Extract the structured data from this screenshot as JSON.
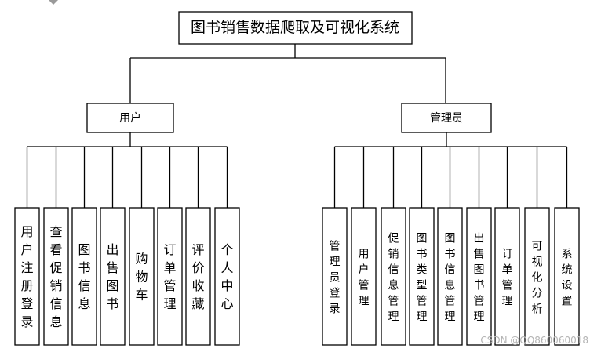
{
  "root": {
    "label": "图书销售数据爬取及可视化系统"
  },
  "user": {
    "label": "用户",
    "items": [
      "用户注册登录",
      "查看促销信息",
      "图书信息",
      "出售图书",
      "购物车",
      "订单管理",
      "评价收藏",
      "个人中心"
    ]
  },
  "admin": {
    "label": "管理员",
    "items": [
      "管理员登录",
      "用户管理",
      "促销信息管理",
      "图书类型管理",
      "图书信息管理",
      "出售图书管理",
      "订单管理",
      "可视化分析",
      "系统设置"
    ]
  },
  "watermark": "CSDN @QQ860060018"
}
